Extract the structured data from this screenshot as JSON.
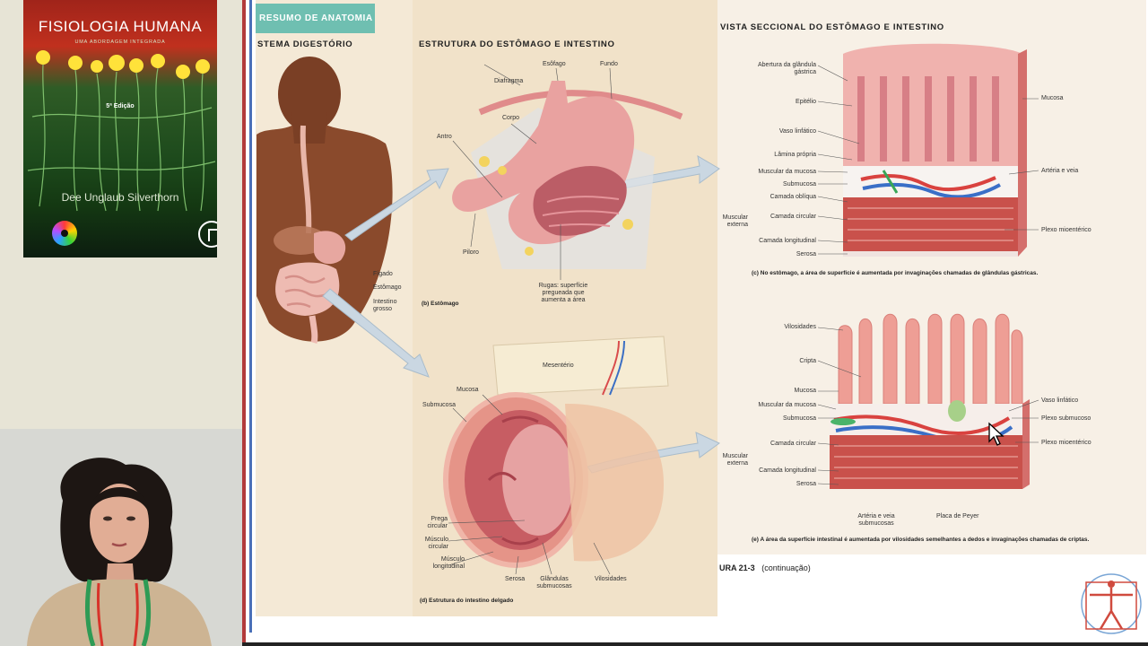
{
  "book": {
    "title": "FISIOLOGIA HUMANA",
    "subtitle": "UMA ABORDAGEM INTEGRADA",
    "edition": "5ª Edição",
    "author": "Dee Unglaub Silverthorn"
  },
  "slide": {
    "banner": "RESUMO DE ANATOMIA",
    "sections": {
      "digestive_system": "STEMA DIGESTÓRIO",
      "structure": "ESTRUTURA DO ESTÔMAGO E INTESTINO",
      "sectional": "VISTA SECCIONAL DO ESTÔMAGO E INTESTINO"
    },
    "body_labels": {
      "liver": "Fígado",
      "stomach": "Estômago",
      "large_intestine": "Intestino grosso"
    },
    "stomach_labels": {
      "esophagus": "Esôfago",
      "fundus": "Fundo",
      "diaphragm": "Diafragma",
      "body": "Corpo",
      "antrum": "Antro",
      "pylorus": "Piloro",
      "rugae": "Rugas: superfície pregueada que aumenta a área",
      "caption": "(b) Estômago"
    },
    "intestine_labels": {
      "mesentery": "Mesentério",
      "mucosa": "Mucosa",
      "submucosa": "Submucosa",
      "circular_fold": "Prega circular",
      "circular_muscle": "Músculo circular",
      "longitudinal_muscle": "Músculo longitudinal",
      "serosa": "Serosa",
      "submucosal_glands": "Glândulas submucosas",
      "villi": "Vilosidades",
      "caption": "(d) Estrutura do intestino delgado"
    },
    "stomach_section_labels": {
      "gastric_gland_opening": "Abertura da glândula gástrica",
      "epithelium": "Epitélio",
      "lymph_vessel": "Vaso linfático",
      "lamina_propria": "Lâmina própria",
      "muscularis_mucosa": "Muscular da mucosa",
      "submucosa": "Submucosa",
      "oblique_layer": "Camada oblíqua",
      "muscularis_externa": "Muscular externa",
      "circular_layer": "Camada circular",
      "longitudinal_layer": "Camada longitudinal",
      "serosa": "Serosa",
      "mucosa": "Mucosa",
      "artery_vein": "Artéria e veia",
      "myenteric_plexus": "Plexo mioentérico",
      "caption": "(c) No estômago, a área de superfície é aumentada por invaginações chamadas de glândulas gástricas."
    },
    "intestine_section_labels": {
      "villi": "Vilosidades",
      "crypt": "Cripta",
      "mucosa": "Mucosa",
      "muscularis_mucosa": "Muscular da mucosa",
      "submucosa": "Submucosa",
      "muscularis_externa": "Muscular externa",
      "circular_layer": "Camada circular",
      "longitudinal_layer": "Camada longitudinal",
      "serosa": "Serosa",
      "lymph_vessel": "Vaso linfático",
      "submucosal_plexus": "Plexo submucoso",
      "myenteric_plexus": "Plexo mioentérico",
      "submucosal_artery_vein": "Artéria e veia submucosas",
      "peyer_patch": "Placa de Peyer",
      "caption": "(e) A área da superfície intestinal é aumentada por vilosidades semelhantes a dedos e invaginações chamadas de criptas."
    },
    "figure": {
      "number": "URA 21-3",
      "note": "(continuação)"
    }
  },
  "colors": {
    "banner": "#6fbfb1",
    "panel": "#f4e9d6",
    "tissue_pink": "#e9a2a0",
    "muscle_red": "#c2443f",
    "arrow": "#c9d7e2"
  }
}
